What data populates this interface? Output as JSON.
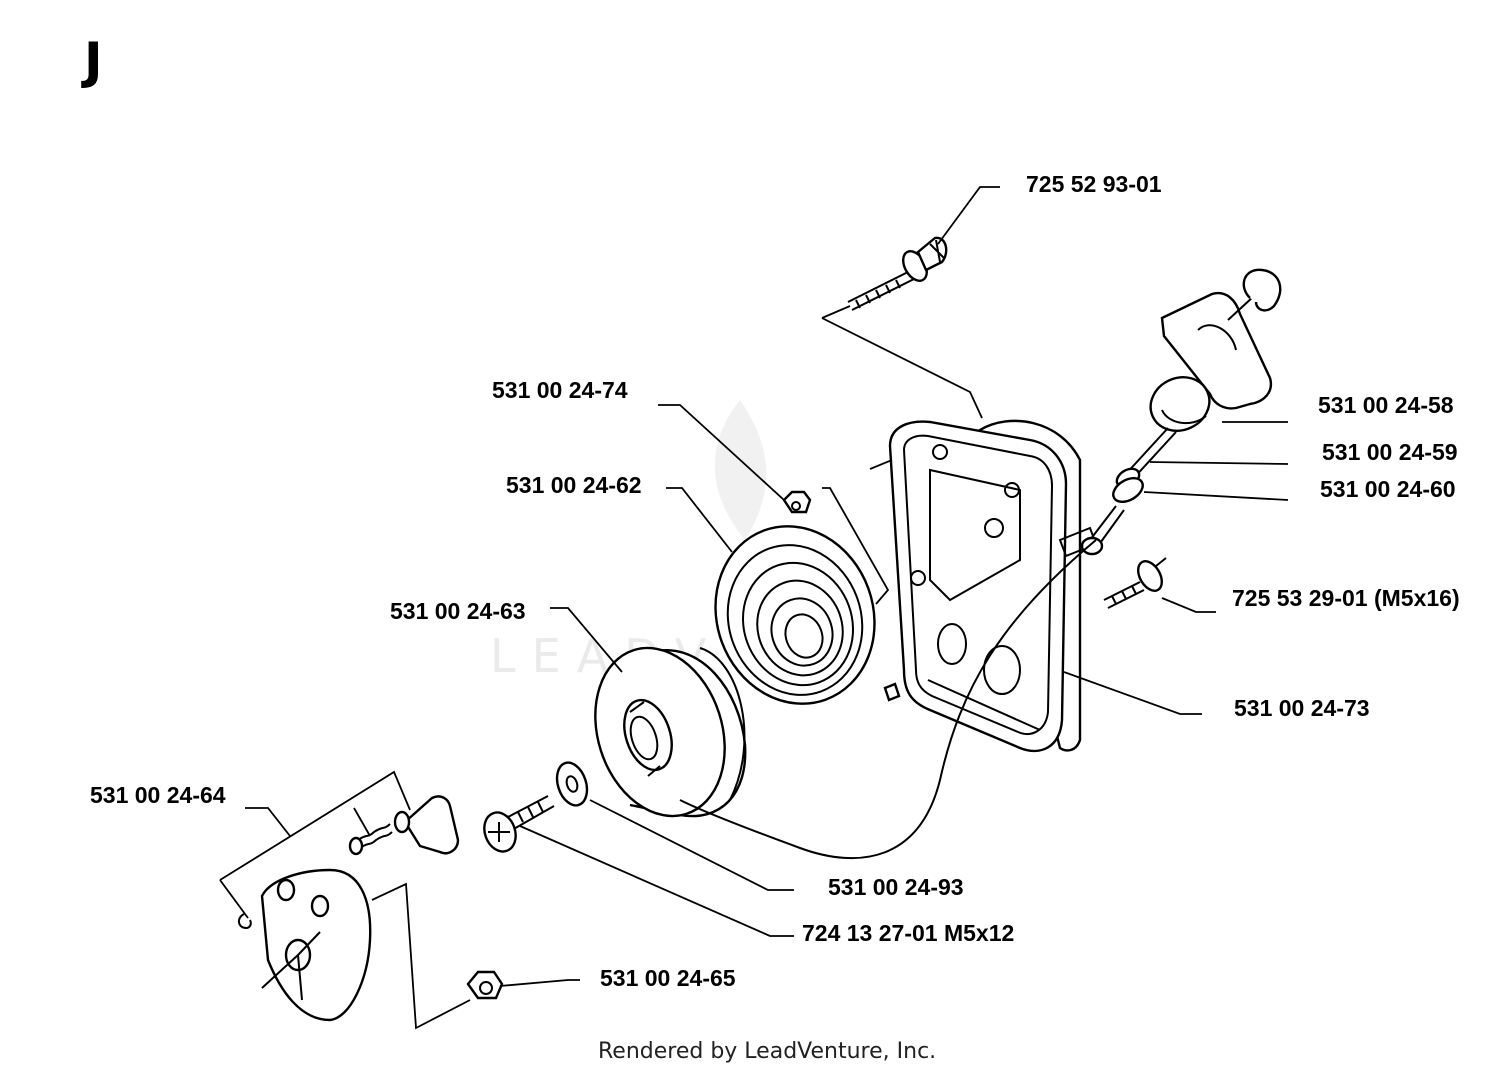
{
  "section_letter": "J",
  "watermark": "LEADV",
  "footer": "Rendered by LeadVenture, Inc.",
  "labels": {
    "p725_52_93_01": "725 52 93-01",
    "p531_00_24_74": "531 00 24-74",
    "p531_00_24_62": "531 00 24-62",
    "p531_00_24_63": "531 00 24-63",
    "p531_00_24_64": "531 00 24-64",
    "p531_00_24_58": "531 00 24-58",
    "p531_00_24_59": "531 00 24-59",
    "p531_00_24_60": "531 00 24-60",
    "p725_53_29_01": "725 53 29-01 (M5x16)",
    "p531_00_24_73": "531 00 24-73",
    "p531_00_24_93": "531 00 24-93",
    "p724_13_27_01": "724 13 27-01 M5x12",
    "p531_00_24_65": "531 00 24-65"
  }
}
